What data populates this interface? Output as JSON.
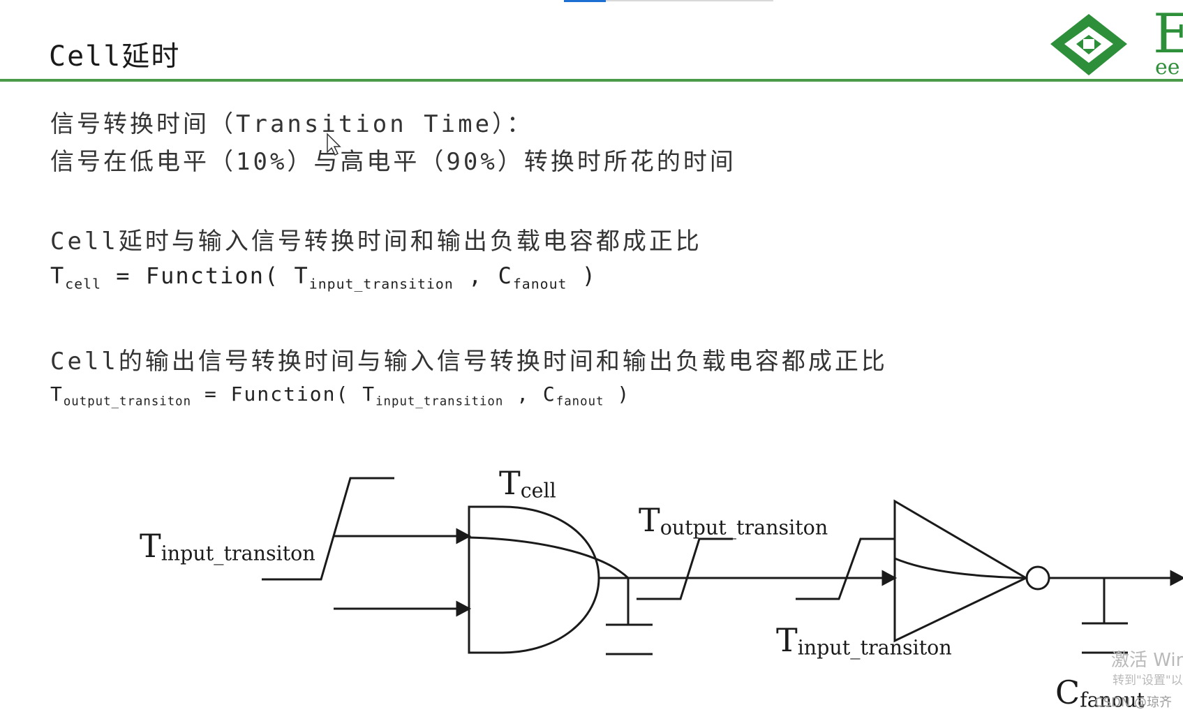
{
  "slide": {
    "title": "Cell延时"
  },
  "logo": {
    "letter": "E",
    "sub": "ee"
  },
  "content": {
    "definition_heading": "信号转换时间（Transition Time）：",
    "definition_text": "信号在低电平（10%）与高电平（90%）转换时所花的时间",
    "statement1": "Cell延时与输入信号转换时间和输出负载电容都成正比",
    "formula1": {
      "lhs_main": "T",
      "lhs_sub": "cell",
      "eq": " = Function( ",
      "arg1_main": "T",
      "arg1_sub": "input_transition",
      "sep": " , ",
      "arg2_main": "C",
      "arg2_sub": "fanout",
      "close": " )"
    },
    "statement2": "Cell的输出信号转换时间与输入信号转换时间和输出负载电容都成正比",
    "formula2": {
      "lhs_main": "T",
      "lhs_sub": "output_transiton",
      "eq": " = Function( ",
      "arg1_main": "T",
      "arg1_sub": "input_transition",
      "sep": " , ",
      "arg2_main": "C",
      "arg2_sub": "fanout",
      "close": " )"
    }
  },
  "diagram": {
    "input_label": {
      "main": "T",
      "sub": "input_transiton"
    },
    "cell_label": {
      "main": "T",
      "sub": "cell"
    },
    "output_label": {
      "main": "T",
      "sub": "output_transiton"
    },
    "input2_label": {
      "main": "T",
      "sub": "input_transiton"
    },
    "fanout_label": {
      "main": "C",
      "sub": "fanout"
    }
  },
  "watermark": {
    "line1": "激活 Win",
    "line2": "转到\"设置\"以"
  },
  "credit": "CSDN @琼齐",
  "colors": {
    "rule": "#4a9a4a",
    "logo": "#2e8f3a",
    "topbar_accent": "#1d6fd1"
  }
}
